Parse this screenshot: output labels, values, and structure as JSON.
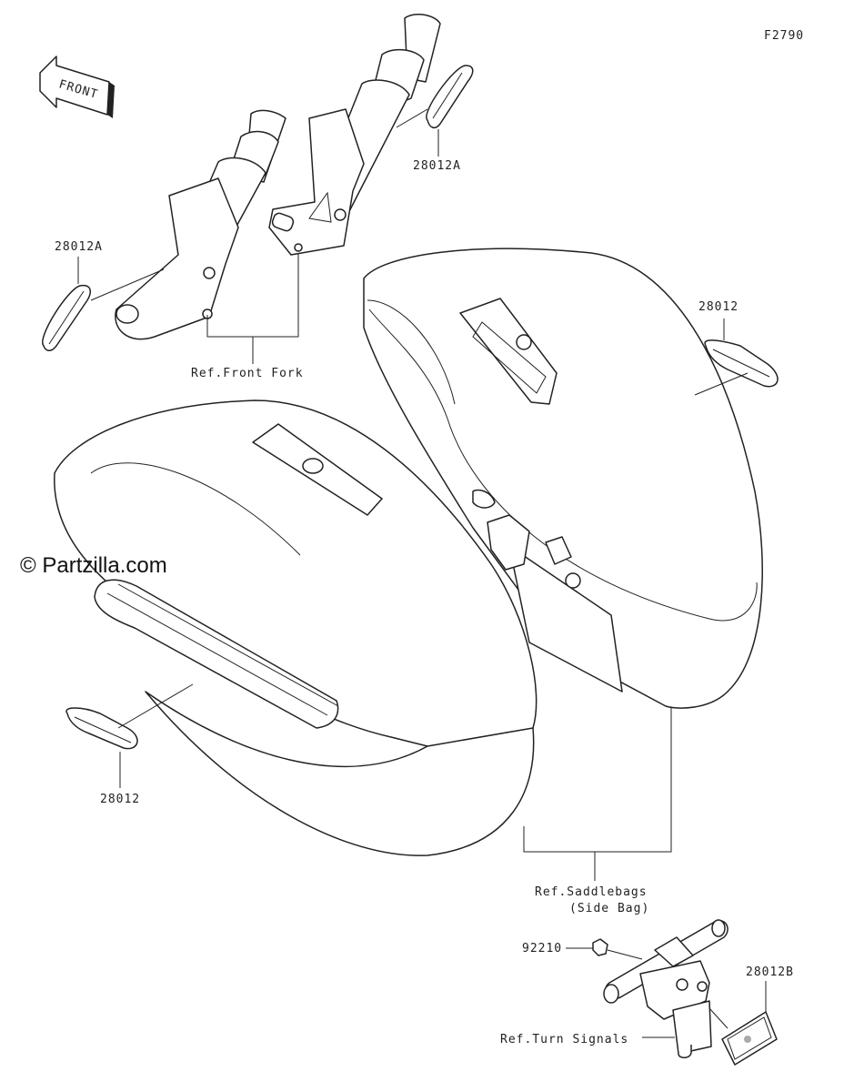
{
  "diagram_code": "F2790",
  "watermark": "© Partzilla.com",
  "front_arrow_label": "FRONT",
  "callouts": {
    "part_28012A_upper": "28012A",
    "part_28012A_left": "28012A",
    "part_28012_right": "28012",
    "part_28012_left": "28012",
    "part_92210": "92210",
    "part_28012B": "28012B"
  },
  "references": {
    "front_fork": "Ref.Front Fork",
    "saddlebags_line1": "Ref.Saddlebags",
    "saddlebags_line2": "(Side Bag)",
    "turn_signals": "Ref.Turn Signals"
  }
}
